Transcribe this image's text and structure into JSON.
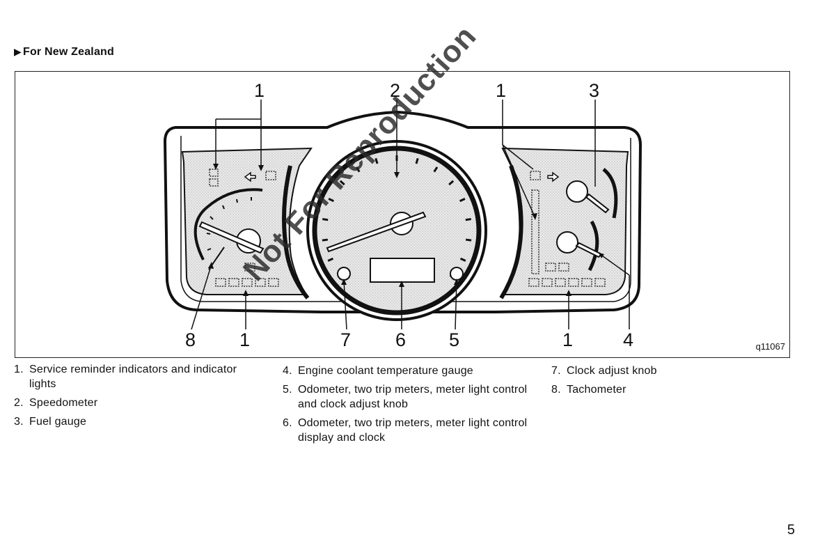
{
  "heading": {
    "marker": "▶",
    "text": "For New Zealand"
  },
  "figure": {
    "id": "q11067",
    "callouts_top": [
      "1",
      "2",
      "1",
      "3"
    ],
    "callouts_bottom": [
      "8",
      "1",
      "7",
      "6",
      "5",
      "1",
      "4"
    ]
  },
  "legend": [
    {
      "num": "1.",
      "text": "Service reminder indicators and indicator lights"
    },
    {
      "num": "2.",
      "text": "Speedometer"
    },
    {
      "num": "3.",
      "text": "Fuel gauge"
    },
    {
      "num": "4.",
      "text": "Engine coolant temperature gauge"
    },
    {
      "num": "5.",
      "text": "Odometer, two trip meters, meter light control and clock adjust knob"
    },
    {
      "num": "6.",
      "text": "Odometer, two trip meters, meter light control display and clock"
    },
    {
      "num": "7.",
      "text": "Clock adjust knob"
    },
    {
      "num": "8.",
      "text": "Tachometer"
    }
  ],
  "watermark": "Not For Reproduction",
  "page_number": "5"
}
